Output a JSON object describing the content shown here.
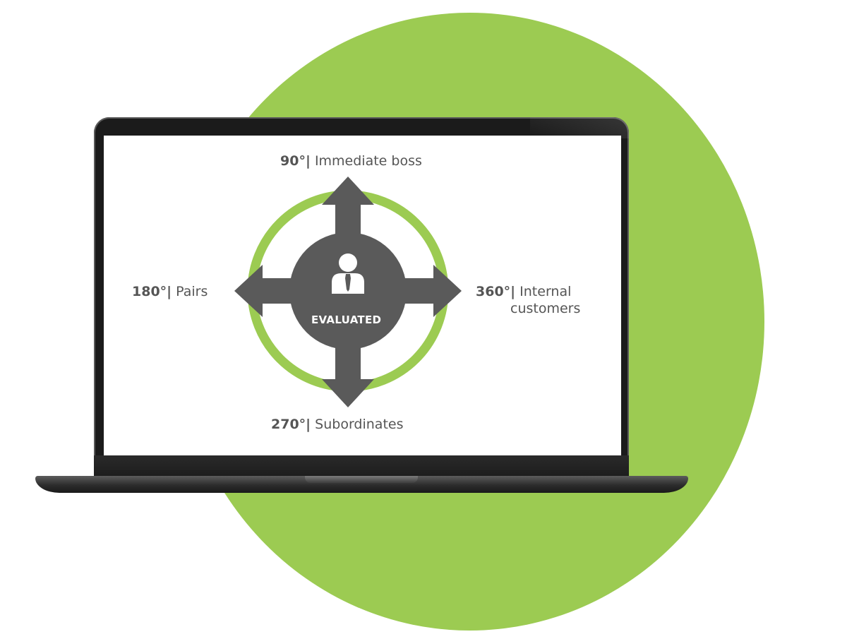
{
  "colors": {
    "accent_green": "#9CCB52",
    "arrow_gray": "#5A5A5A",
    "text_gray": "#555555"
  },
  "diagram": {
    "center_label": "EVALUATED",
    "center_icon": "person-tie-icon",
    "top": {
      "degree": "90°|",
      "text": "Immediate boss"
    },
    "left": {
      "degree": "180°|",
      "text": "Pairs"
    },
    "right": {
      "degree": "360°|",
      "text": "Internal",
      "text_line2": "customers"
    },
    "bottom": {
      "degree": "270°|",
      "text": "Subordinates"
    }
  }
}
